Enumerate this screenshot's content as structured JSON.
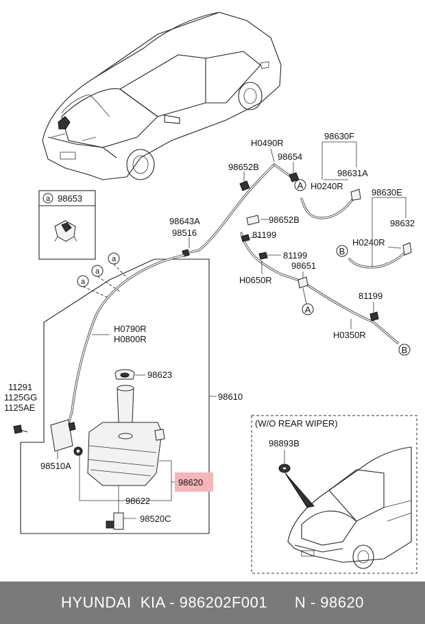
{
  "labels": {
    "h0490r": "H0490R",
    "p98654": "98654",
    "p98652b_top": "98652B",
    "p98630f": "98630F",
    "p98631a": "98631A",
    "h0240r_top": "H0240R",
    "p98630e": "98630E",
    "p98632": "98632",
    "h0240r_mid": "H0240R",
    "p98652b_mid": "98652B",
    "p81199_a": "81199",
    "p81199_b": "81199",
    "p98651": "98651",
    "h0650r": "H0650R",
    "p98643a": "98643A",
    "p98516": "98516",
    "p81199_c": "81199",
    "h0350r": "H0350R",
    "h0790r": "H0790R",
    "h0800r": "H0800R",
    "p98623": "98623",
    "p98610": "98610",
    "p11291": "11291",
    "p1125gg": "1125GG",
    "p1125ae": "1125AE",
    "p98510a": "98510A",
    "p98620": "98620",
    "p98622": "98622",
    "p98520c": "98520C",
    "inset_title": "(W/O REAR WIPER)",
    "p98893b": "98893B",
    "p98653": "98653"
  },
  "callouts": {
    "a": "a",
    "A": "A",
    "B": "B"
  },
  "highlight_color": "#f4b6b6",
  "footer": {
    "brand": "HYUNDAI  KIA - 986202F001",
    "ref": "N - 98620"
  }
}
